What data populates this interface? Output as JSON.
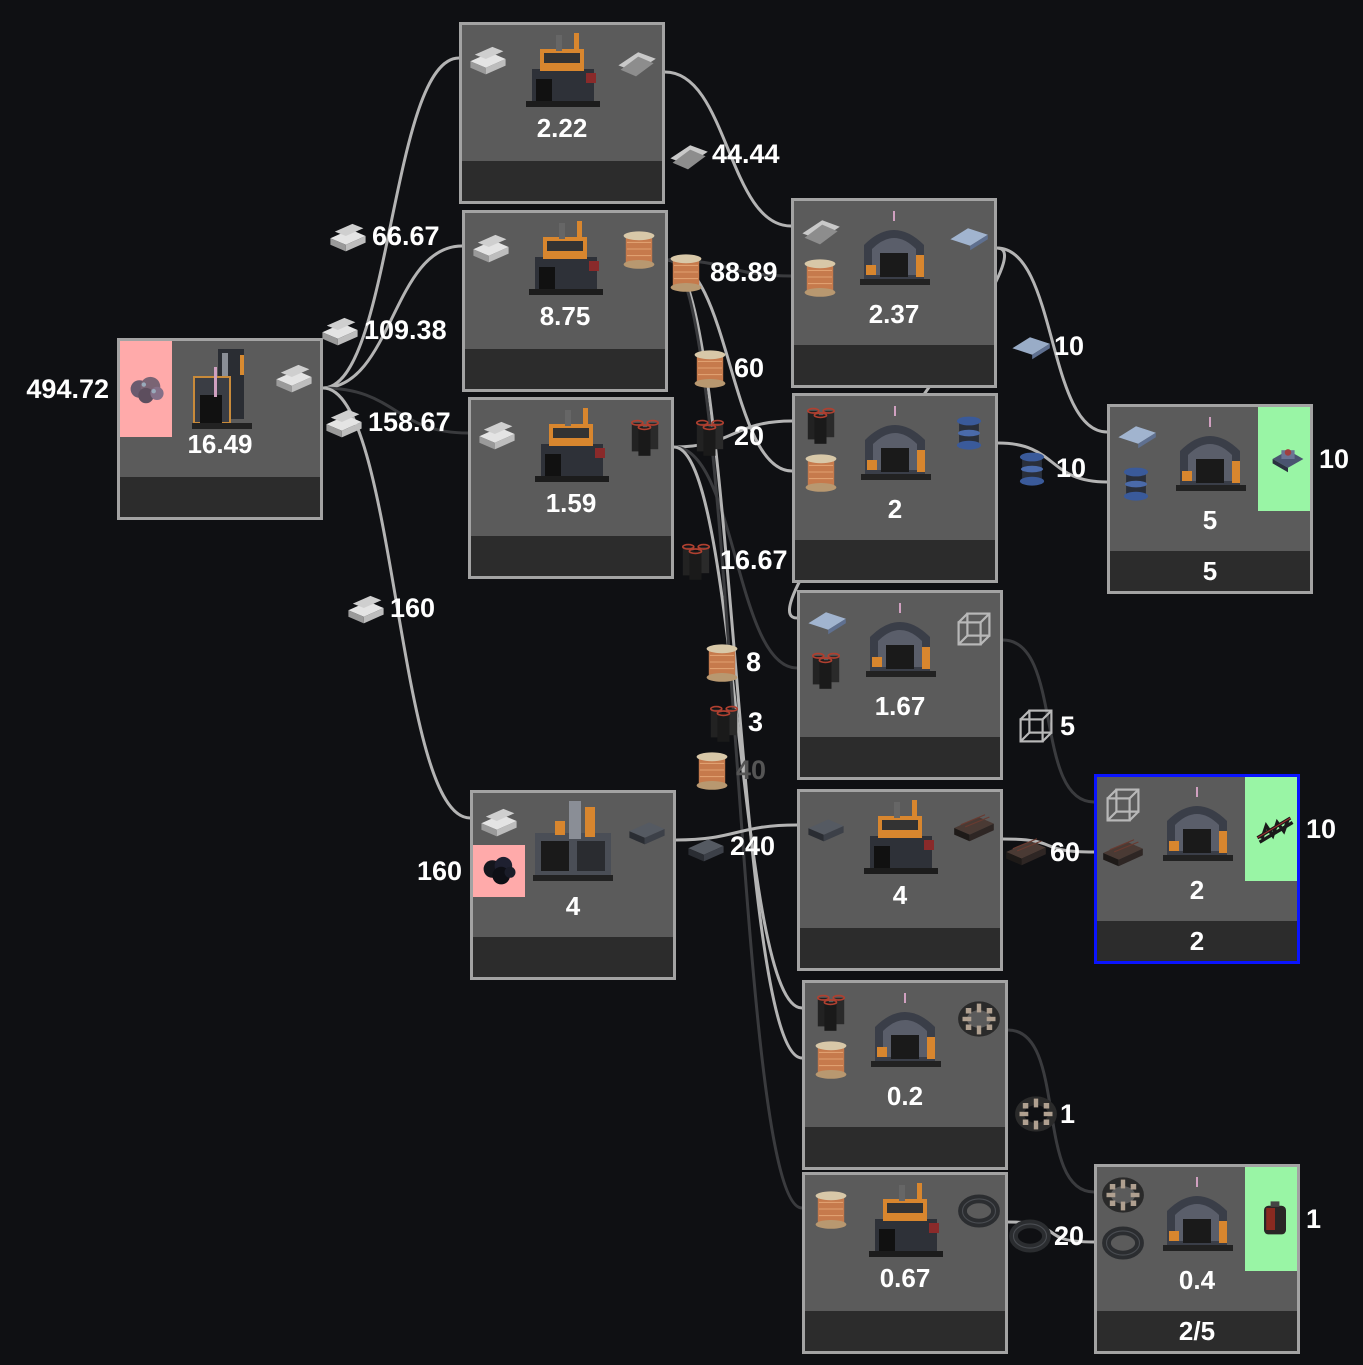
{
  "colors": {
    "background": "#0f1013",
    "node_border": "#a3a3a3",
    "node_body": "#5b5b5b",
    "node_footer": "#2c2c2c",
    "selected_border": "#0a14ff",
    "input_highlight": "#ffaaaa",
    "output_highlight": "#99f5a5",
    "edge": "#b4b4b4"
  },
  "nodes": [
    {
      "id": "n1",
      "machine": "smelter",
      "value": "16.49",
      "footer": "",
      "inputs": [
        "ore"
      ],
      "outputs": [
        "ingot"
      ],
      "input_highlight": true,
      "external": "494.72",
      "external_side": "left"
    },
    {
      "id": "n2",
      "machine": "constructor",
      "value": "2.22",
      "footer": "",
      "inputs": [
        "ingot"
      ],
      "outputs": [
        "sheet"
      ]
    },
    {
      "id": "n3",
      "machine": "constructor",
      "value": "8.75",
      "footer": "",
      "inputs": [
        "ingot"
      ],
      "outputs": [
        "wire"
      ]
    },
    {
      "id": "n4",
      "machine": "constructor",
      "value": "1.59",
      "footer": "",
      "inputs": [
        "ingot"
      ],
      "outputs": [
        "tube"
      ]
    },
    {
      "id": "n5",
      "machine": "assembler",
      "value": "2.37",
      "footer": "",
      "inputs": [
        "sheet",
        "wire"
      ],
      "outputs": [
        "plate"
      ]
    },
    {
      "id": "n6",
      "machine": "assembler",
      "value": "2",
      "footer": "",
      "inputs": [
        "tube",
        "wire"
      ],
      "outputs": [
        "coil"
      ]
    },
    {
      "id": "n7",
      "machine": "assembler",
      "value": "5",
      "footer": "5",
      "inputs": [
        "plate",
        "coil"
      ],
      "outputs": [
        "device"
      ],
      "output_highlight": true,
      "external": "10",
      "external_side": "right"
    },
    {
      "id": "n8",
      "machine": "assembler",
      "value": "1.67",
      "footer": "",
      "inputs": [
        "plate",
        "tube"
      ],
      "outputs": [
        "frame"
      ]
    },
    {
      "id": "n9",
      "machine": "assembler",
      "value": "2",
      "footer": "2",
      "inputs": [
        "frame",
        "beam"
      ],
      "outputs": [
        "truss"
      ],
      "output_highlight": true,
      "selected": true,
      "external": "10",
      "external_side": "right"
    },
    {
      "id": "n10",
      "machine": "foundry",
      "value": "4",
      "footer": "",
      "inputs": [
        "ingot",
        "coal"
      ],
      "outputs": [
        "steel-ingot"
      ],
      "input2_highlight": true,
      "external": "160",
      "external_side": "left"
    },
    {
      "id": "n11",
      "machine": "constructor",
      "value": "4",
      "footer": "",
      "inputs": [
        "steel-ingot"
      ],
      "outputs": [
        "beam"
      ]
    },
    {
      "id": "n12",
      "machine": "assembler",
      "value": "0.2",
      "footer": "",
      "inputs": [
        "tube",
        "wire"
      ],
      "outputs": [
        "rotor"
      ]
    },
    {
      "id": "n13",
      "machine": "constructor",
      "value": "0.67",
      "footer": "",
      "inputs": [
        "wire"
      ],
      "outputs": [
        "cable"
      ]
    },
    {
      "id": "n14",
      "machine": "assembler",
      "value": "0.4",
      "footer": "2/5",
      "inputs": [
        "rotor",
        "cable"
      ],
      "outputs": [
        "canister"
      ],
      "output_highlight": true,
      "external": "1",
      "external_side": "right"
    }
  ],
  "edges": [
    {
      "from": "n1",
      "to": "n2",
      "item": "ingot",
      "rate": "66.67"
    },
    {
      "from": "n1",
      "to": "n3",
      "item": "ingot",
      "rate": "109.38"
    },
    {
      "from": "n1",
      "to": "n4",
      "item": "ingot",
      "rate": "158.67"
    },
    {
      "from": "n1",
      "to": "n10",
      "item": "ingot",
      "rate": "160"
    },
    {
      "from": "n2",
      "to": "n5",
      "item": "sheet",
      "rate": "44.44"
    },
    {
      "from": "n3",
      "to": "n5",
      "item": "wire",
      "rate": "88.89"
    },
    {
      "from": "n3",
      "to": "n6",
      "item": "wire",
      "rate": "60"
    },
    {
      "from": "n4",
      "to": "n6",
      "item": "tube",
      "rate": "20"
    },
    {
      "from": "n4",
      "to": "n8",
      "item": "tube",
      "rate": "16.67"
    },
    {
      "from": "n3",
      "to": "n12",
      "item": "wire",
      "rate": "8"
    },
    {
      "from": "n4",
      "to": "n12",
      "item": "tube",
      "rate": "3"
    },
    {
      "from": "n3",
      "to": "n13",
      "item": "wire",
      "rate": "40",
      "faded": true
    },
    {
      "from": "n5",
      "to": "n7",
      "item": "plate",
      "rate": "10"
    },
    {
      "from": "n6",
      "to": "n7",
      "item": "coil",
      "rate": "10"
    },
    {
      "from": "n8",
      "to": "n9",
      "item": "frame",
      "rate": "5"
    },
    {
      "from": "n10",
      "to": "n11",
      "item": "steel-ingot",
      "rate": "240"
    },
    {
      "from": "n11",
      "to": "n9",
      "item": "beam",
      "rate": "60"
    },
    {
      "from": "n12",
      "to": "n14",
      "item": "rotor",
      "rate": "1"
    },
    {
      "from": "n13",
      "to": "n14",
      "item": "cable",
      "rate": "20"
    },
    {
      "from": "n5",
      "to": "n8",
      "item": "plate",
      "rate": ""
    }
  ]
}
